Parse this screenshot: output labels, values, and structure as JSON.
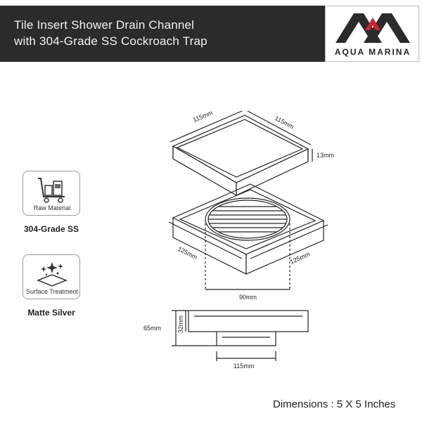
{
  "header": {
    "title_line1": "Tile Insert Shower Drain Channel",
    "title_line2": "with 304-Grade SS Cockroach Trap",
    "brand": "AQUA MARINA",
    "colors": {
      "band": "#2b2b2b",
      "logo_red": "#c8242b"
    }
  },
  "specs": [
    {
      "icon": "cart-icon",
      "caption": "Raw Material",
      "value": "304-Grade SS"
    },
    {
      "icon": "sparkle-icon",
      "caption": "Surface Treatment",
      "value": "Matte Silver"
    }
  ],
  "diagram": {
    "top_left_width": "115mm",
    "top_right_width": "115mm",
    "top_height": "13mm",
    "base_left_width": "125mm",
    "base_right_width": "125mm",
    "grate_diameter": "90mm",
    "side_total_height": "65mm",
    "side_upper_height": "32mm",
    "side_bottom_width": "115mm"
  },
  "footer": {
    "dimensions": "Dimensions : 5 X 5 Inches"
  }
}
